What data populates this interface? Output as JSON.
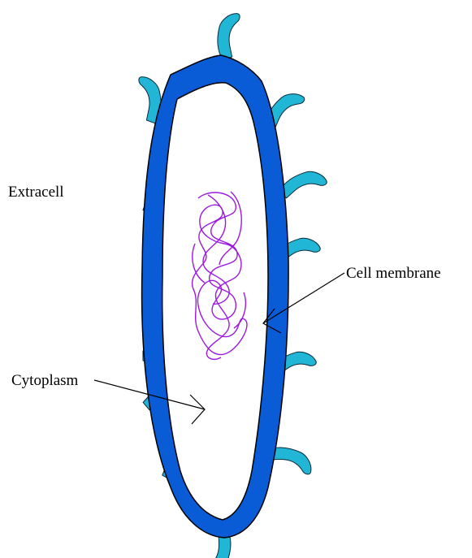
{
  "labels": {
    "extracellular": "Extracell",
    "membrane": "Cell membrane",
    "cytoplasm": "Cytoplasm"
  },
  "colors": {
    "membrane": "#0a5bd6",
    "membrane_outline": "#000000",
    "cytoplasm": "#ffffff",
    "appendage": "#21b6d6",
    "appendage_outline": "#0a2a3a",
    "nucleoid": "#9b19e0",
    "text": "#000000"
  },
  "icons": {
    "appendages": "pili",
    "nucleoid": "dna-tangle",
    "pointers": "arrow"
  }
}
